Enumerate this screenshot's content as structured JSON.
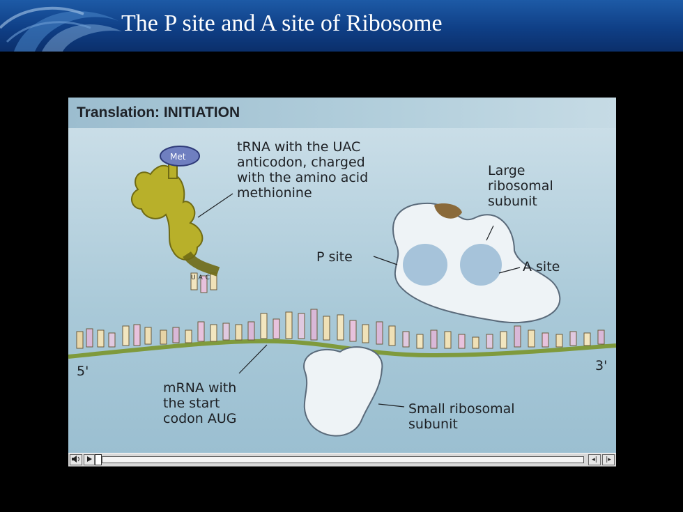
{
  "slide": {
    "title": "The P site and A site of Ribosome"
  },
  "diagram": {
    "heading": "Translation: INITIATION",
    "labels": {
      "met": "Met",
      "trna": "tRNA with the UAC\nanticodon, charged\nwith the amino acid\nmethionine",
      "large_subunit": "Large\nribosomal\nsubunit",
      "p_site": "P site",
      "a_site": "A site",
      "five_prime": "5'",
      "three_prime": "3'",
      "mrna": "mRNA with\nthe start\ncodon AUG",
      "small_subunit": "Small ribosomal\nsubunit",
      "anticodon": "UAC"
    }
  },
  "player": {
    "volume_icon": "speaker-icon",
    "play_icon": "play-icon",
    "step_icon": "step-icon",
    "frame_back": "◂|",
    "frame_forward": "|▸"
  },
  "colors": {
    "header_blue": "#1d5aa6",
    "panel_blue": "#a9c9d8",
    "trna_olive": "#b8b02a",
    "ribosome_white": "#eef3f6",
    "mrna_green": "#7f9a3c"
  }
}
